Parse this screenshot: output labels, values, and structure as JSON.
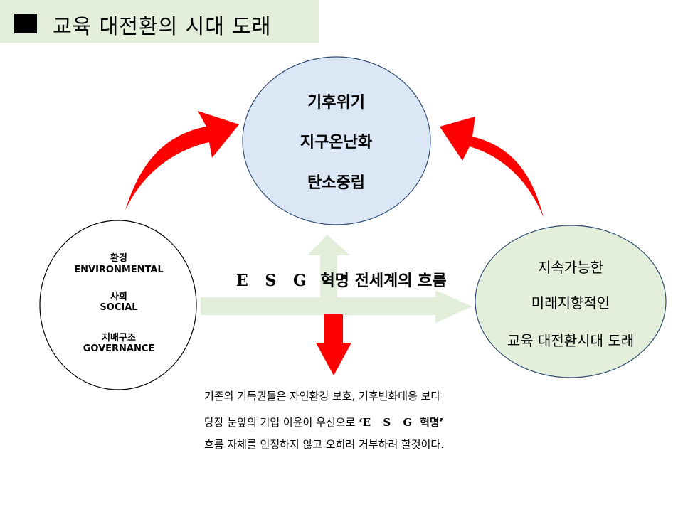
{
  "header": {
    "title": "교육 대전환의 시대 도래"
  },
  "top_circle": {
    "lines": [
      "기후위기",
      "지구온난화",
      "탄소중립"
    ],
    "fill": "#dce7f5"
  },
  "left_circle": {
    "lines": [
      "환경",
      "ENVIRONMENTAL",
      "사회",
      "SOCIAL",
      "지배구조",
      "GOVERNANCE"
    ]
  },
  "right_circle": {
    "lines": [
      "지속가능한",
      "미래지향적인",
      "교육 대전환시대 도래"
    ],
    "fill": "#e3eedb"
  },
  "center": {
    "esg_letters": "E S G",
    "flow_text": "혁명 전세계의 흐름"
  },
  "description": {
    "line1": "기존의 기득권들은 자연환경 보호, 기후변화대응 보다",
    "line2_a": "당장 눈앞의 기업 이윤이 우선으로 ",
    "line2_quote_open": "‘",
    "line2_esg": "E S G",
    "line2_word": "혁명",
    "line2_quote_close": "’",
    "line3": "흐름 자체를 인정하지 않고 오히려 거부하려 할것이다."
  },
  "colors": {
    "title_bg": "#e3eedb",
    "red_arrow": "#ff0000",
    "green_arrow": "#e2eed9"
  }
}
